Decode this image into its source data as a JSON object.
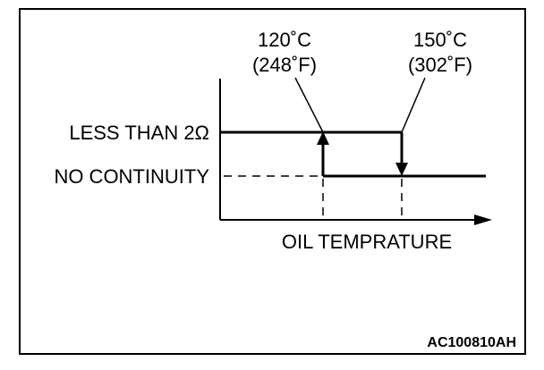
{
  "diagram": {
    "levels": {
      "high": "LESS THAN 2Ω",
      "low": "NO CONTINUITY"
    },
    "transitions": {
      "rise": {
        "celsius": "120˚C",
        "fahrenheit": "(248˚F)"
      },
      "fall": {
        "celsius": "150˚C",
        "fahrenheit": "(302˚F)"
      }
    },
    "x_axis_label": "OIL TEMPRATURE",
    "code": "AC100810AH"
  }
}
